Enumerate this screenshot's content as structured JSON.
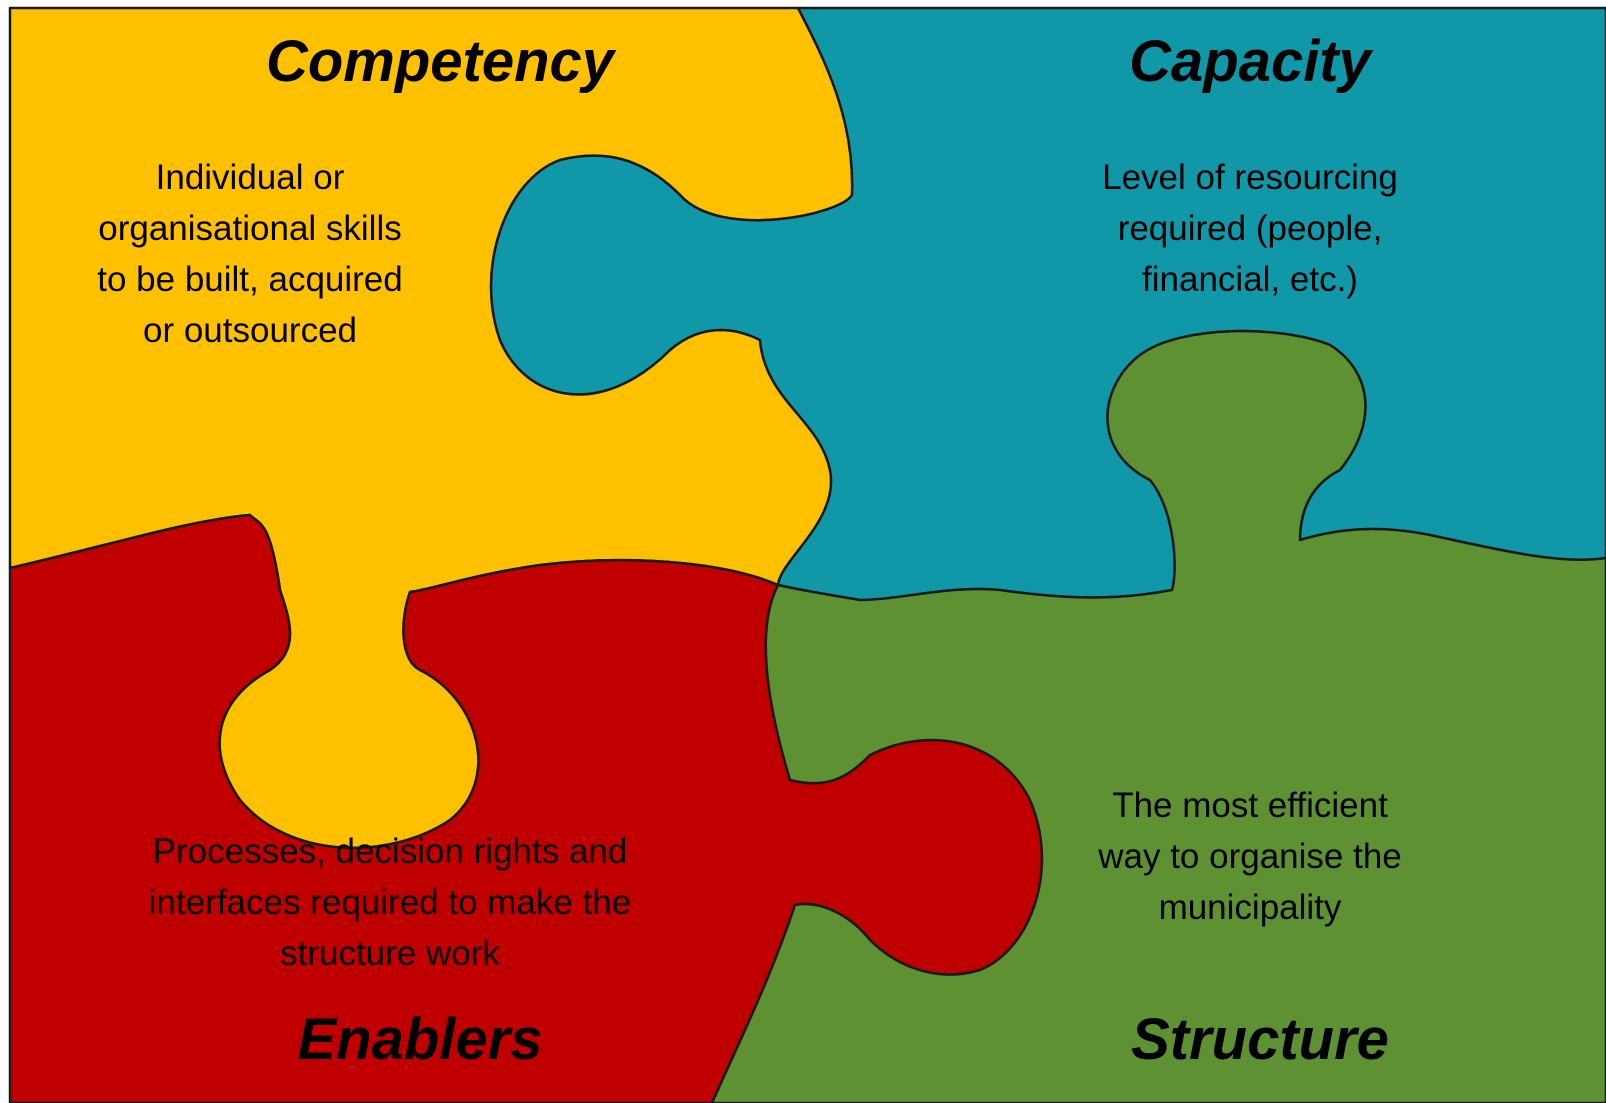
{
  "colors": {
    "competency": "#FFC000",
    "capacity": "#1097A8",
    "enablers": "#C00000",
    "structure": "#5E9132"
  },
  "quadrants": {
    "competency": {
      "title": "Competency",
      "description_lines": [
        "Individual or",
        "organisational skills",
        "to be built, acquired",
        "or outsourced"
      ]
    },
    "capacity": {
      "title": "Capacity",
      "description_lines": [
        "Level of resourcing",
        "required (people,",
        "financial, etc.)"
      ]
    },
    "enablers": {
      "title": "Enablers",
      "description_lines": [
        "Processes, decision rights and",
        "interfaces required to make the",
        "structure work"
      ]
    },
    "structure": {
      "title": "Structure",
      "description_lines": [
        "The most efficient",
        "way to organise the",
        "municipality"
      ]
    }
  }
}
